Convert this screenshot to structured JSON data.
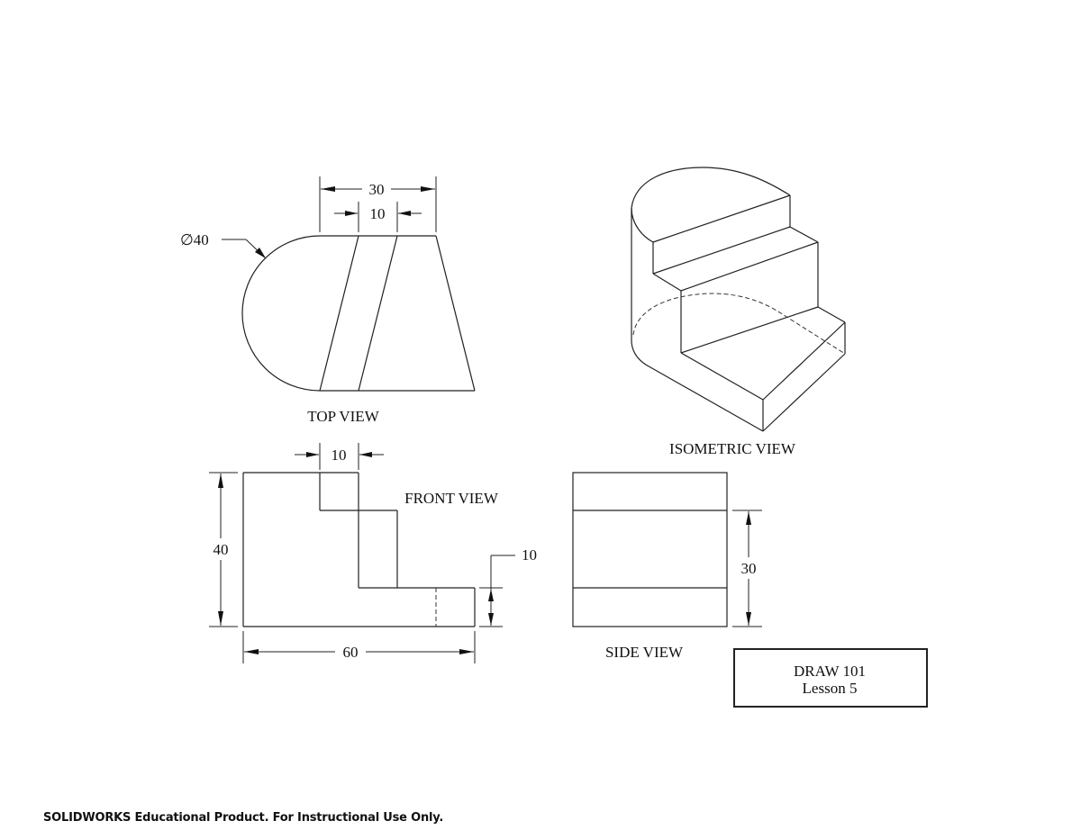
{
  "drawing": {
    "views": {
      "top": {
        "label": "TOP VIEW",
        "dims": {
          "width_overall": "30",
          "width_slot": "10",
          "diameter": "∅40"
        }
      },
      "isometric": {
        "label": "ISOMETRIC VIEW"
      },
      "front": {
        "label": "FRONT VIEW",
        "dims": {
          "top_step": "10",
          "height": "40",
          "width": "60",
          "step_height": "10"
        }
      },
      "side": {
        "label": "SIDE VIEW",
        "dims": {
          "height": "30"
        }
      }
    },
    "title_block": {
      "line1": "DRAW 101",
      "line2": "Lesson 5"
    },
    "colors": {
      "line": "#222222",
      "background": "#ffffff"
    }
  },
  "footer": {
    "watermark": "SOLIDWORKS Educational Product. For Instructional Use Only."
  }
}
